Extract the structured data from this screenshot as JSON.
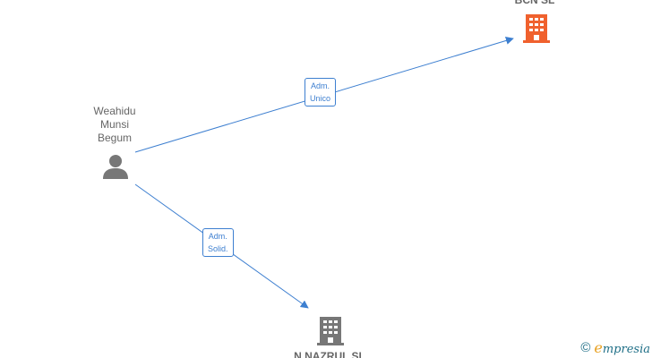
{
  "nodes": {
    "person": {
      "name_lines": [
        "Weahidu",
        "Munsi",
        "Begum"
      ],
      "icon": "person-icon",
      "color": "#777777"
    },
    "company_top": {
      "name": "BCN SL",
      "icon": "building-icon",
      "color": "#f0612e"
    },
    "company_bottom": {
      "name": "N NAZRUL SL",
      "icon": "building-icon",
      "color": "#777777"
    }
  },
  "edges": [
    {
      "from": "person",
      "to": "company_top",
      "label_lines": [
        "Adm.",
        "Unico"
      ],
      "color": "#3d7fd0"
    },
    {
      "from": "person",
      "to": "company_bottom",
      "label_lines": [
        "Adm.",
        "Solid."
      ],
      "color": "#3d7fd0"
    }
  ],
  "watermark": {
    "symbol": "©",
    "brand_initial": "e",
    "brand_rest": "mpresia",
    "icon": "copyright-icon"
  }
}
